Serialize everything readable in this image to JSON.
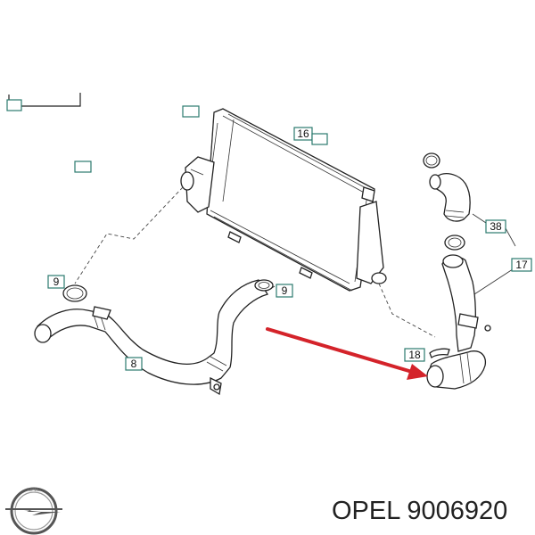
{
  "diagram": {
    "callouts": {
      "c9a": "9",
      "c9b": "9",
      "c8": "8",
      "c16": "16",
      "c38": "38",
      "c17": "17",
      "c18": "18"
    },
    "highlight_color": "#d4232a",
    "callout_border_color": "#2b7a6e"
  },
  "brand": {
    "logo": "opel-logo",
    "logo_text": "OPEL"
  },
  "caption": {
    "text": "OPEL 9006920"
  }
}
